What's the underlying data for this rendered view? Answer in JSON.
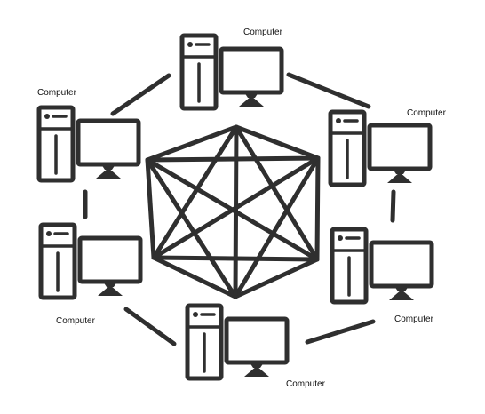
{
  "nodes": [
    {
      "id": "top",
      "label": "Computer"
    },
    {
      "id": "upper-right",
      "label": "Computer"
    },
    {
      "id": "lower-right",
      "label": "Computer"
    },
    {
      "id": "bottom",
      "label": "Computer"
    },
    {
      "id": "lower-left",
      "label": "Computer"
    },
    {
      "id": "upper-left",
      "label": "Computer"
    }
  ],
  "colors": {
    "stroke": "#2f2f2f",
    "background": "#ffffff",
    "text": "#111111"
  },
  "icons": [
    "tower-computer-icon",
    "monitor-icon",
    "hexagram-icon"
  ]
}
